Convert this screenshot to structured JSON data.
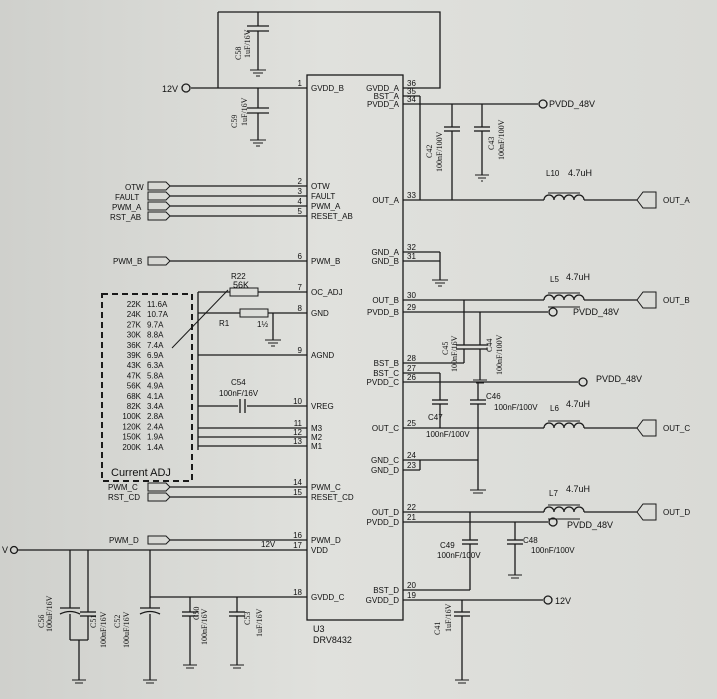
{
  "chip": {
    "ref": "U3",
    "part": "DRV8432",
    "left_pins": [
      {
        "num": "1",
        "name": "GVDD_B"
      },
      {
        "num": "2",
        "name": "OTW"
      },
      {
        "num": "3",
        "name": "FAULT"
      },
      {
        "num": "4",
        "name": "PWM_A"
      },
      {
        "num": "5",
        "name": "RESET_AB"
      },
      {
        "num": "6",
        "name": "PWM_B"
      },
      {
        "num": "7",
        "name": "OC_ADJ"
      },
      {
        "num": "8",
        "name": "GND"
      },
      {
        "num": "9",
        "name": "AGND"
      },
      {
        "num": "10",
        "name": "VREG"
      },
      {
        "num": "11",
        "name": "M3"
      },
      {
        "num": "12",
        "name": "M2"
      },
      {
        "num": "13",
        "name": "M1"
      },
      {
        "num": "14",
        "name": "PWM_C"
      },
      {
        "num": "15",
        "name": "RESET_CD"
      },
      {
        "num": "16",
        "name": "PWM_D"
      },
      {
        "num": "17",
        "name": "VDD"
      },
      {
        "num": "18",
        "name": "GVDD_C"
      }
    ],
    "right_pins": [
      {
        "num": "36",
        "name": "GVDD_A"
      },
      {
        "num": "35",
        "name": "BST_A"
      },
      {
        "num": "34",
        "name": "PVDD_A"
      },
      {
        "num": "33",
        "name": "OUT_A"
      },
      {
        "num": "32",
        "name": "GND_A"
      },
      {
        "num": "31",
        "name": "GND_B"
      },
      {
        "num": "30",
        "name": "OUT_B"
      },
      {
        "num": "29",
        "name": "PVDD_B"
      },
      {
        "num": "28",
        "name": "BST_B"
      },
      {
        "num": "27",
        "name": "BST_C"
      },
      {
        "num": "26",
        "name": "PVDD_C"
      },
      {
        "num": "25",
        "name": "OUT_C"
      },
      {
        "num": "24",
        "name": "GND_C"
      },
      {
        "num": "23",
        "name": "GND_D"
      },
      {
        "num": "22",
        "name": "OUT_D"
      },
      {
        "num": "21",
        "name": "PVDD_D"
      },
      {
        "num": "20",
        "name": "BST_D"
      },
      {
        "num": "19",
        "name": "GVDD_D"
      }
    ]
  },
  "nets": {
    "v12_left": "12V",
    "v12_vdd": "12V",
    "v12_right": "12V",
    "otw": "OTW",
    "fault": "FAULT",
    "pwm_a": "PWM_A",
    "rst_ab": "RST_AB",
    "pwm_b": "PWM_B",
    "pwm_c": "PWM_C",
    "rst_cd": "RST_CD",
    "pwm_d": "PWM_D",
    "pvdd_a": "PVDD_48V",
    "pvdd_b": "PVDD_48V",
    "pvdd_c": "PVDD_48V",
    "pvdd_d": "PVDD_48V",
    "out_a": "OUT_A",
    "out_b": "OUT_B",
    "out_c": "OUT_C",
    "out_d": "OUT_D",
    "vdd_partial": "V"
  },
  "components": {
    "c58": {
      "ref": "C58",
      "val": "1uF/16V"
    },
    "c59": {
      "ref": "C59",
      "val": "1uF/16V"
    },
    "c42": {
      "ref": "C42",
      "val": "100nF/100V"
    },
    "c43": {
      "ref": "C43",
      "val": "100nF/100V"
    },
    "l10": {
      "ref": "L10",
      "val": "4.7uH"
    },
    "l5": {
      "ref": "L5",
      "val": "4.7uH"
    },
    "l6": {
      "ref": "L6",
      "val": "4.7uH"
    },
    "l7": {
      "ref": "L7",
      "val": "4.7uH"
    },
    "c45": {
      "ref": "C45",
      "val": "100nF/16V"
    },
    "c44": {
      "ref": "C44",
      "val": "100nF/100V"
    },
    "c47": {
      "ref": "C47",
      "val": "100nF/100V"
    },
    "c46": {
      "ref": "C46",
      "val": "100nF/100V"
    },
    "c49": {
      "ref": "C49",
      "val": "100nF/100V"
    },
    "c48": {
      "ref": "C48",
      "val": "100nF/100V"
    },
    "c41": {
      "ref": "C41",
      "val": "1uF/16V"
    },
    "c54": {
      "ref": "C54",
      "val": "100nF/16V"
    },
    "r22": {
      "ref": "R22",
      "val": "56K"
    },
    "r1": {
      "ref": "R1",
      "val": "1½"
    },
    "c56": {
      "ref": "C56",
      "val": "100uF/16V"
    },
    "c51": {
      "ref": "C51",
      "val": "100nF/16V"
    },
    "c52": {
      "ref": "C52",
      "val": "100uF/16V"
    },
    "c50": {
      "ref": "C50",
      "val": "100nF/16V"
    },
    "c53": {
      "ref": "C53",
      "val": "1uF/16V"
    }
  },
  "current_adj": {
    "title": "Current ADJ",
    "rows": [
      {
        "r": "22K",
        "i": "11.6A"
      },
      {
        "r": "24K",
        "i": "10.7A"
      },
      {
        "r": "27K",
        "i": "9.7A"
      },
      {
        "r": "30K",
        "i": "8.8A"
      },
      {
        "r": "36K",
        "i": "7.4A"
      },
      {
        "r": "39K",
        "i": "6.9A"
      },
      {
        "r": "43K",
        "i": "6.3A"
      },
      {
        "r": "47K",
        "i": "5.8A"
      },
      {
        "r": "56K",
        "i": "4.9A"
      },
      {
        "r": "68K",
        "i": "4.1A"
      },
      {
        "r": "82K",
        "i": "3.4A"
      },
      {
        "r": "100K",
        "i": "2.8A"
      },
      {
        "r": "120K",
        "i": "2.4A"
      },
      {
        "r": "150K",
        "i": "1.9A"
      },
      {
        "r": "200K",
        "i": "1.4A"
      }
    ]
  }
}
